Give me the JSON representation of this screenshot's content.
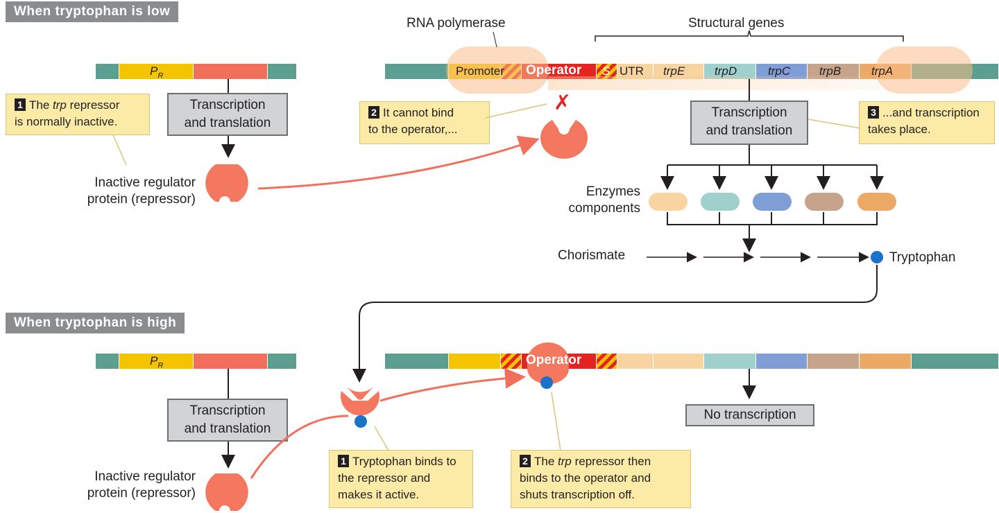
{
  "colors": {
    "teal": "#5c9e8f",
    "promoter_yellow": "#f5c400",
    "regulator_gene": "#f26f5c",
    "operator_red": "#e52421",
    "utr_tan": "#f8d4a0",
    "trpE": "#f8d4a0",
    "trpD": "#9fd0cc",
    "trpC": "#7f9ed6",
    "trpB": "#c6a48c",
    "trpA": "#eca965",
    "repressor": "#f4775f",
    "tryptophan": "#1a73c8",
    "callout_bg": "#fbeba6",
    "box_gray": "#d1d3d4",
    "banner_gray": "#8a8c8e",
    "stop_x": "#e52421"
  },
  "low": {
    "banner": "When tryptophan is low",
    "regulator_gene_label": "P",
    "regulator_gene_sub": "R",
    "transcription_box": [
      "Transcription",
      "and translation"
    ],
    "inactive_label": [
      "Inactive regulator",
      "protein (repressor)"
    ],
    "callout1": {
      "number": "1",
      "lines": [
        "The trp repressor",
        "is normally inactive."
      ]
    },
    "rna_polymerase_label": "RNA polymerase",
    "structural_genes_label": "Structural genes",
    "promoter_label": "Promoter",
    "operator_label": "Operator",
    "s_label": "S",
    "utr_label": "UTR",
    "genes": [
      "trpE",
      "trpD",
      "trpC",
      "trpB",
      "trpA"
    ],
    "callout2": {
      "number": "2",
      "lines": [
        "It cannot bind",
        "to the operator,..."
      ]
    },
    "stop_mark": "✗",
    "operon_transcription_box": [
      "Transcription",
      "and translation"
    ],
    "callout3": {
      "number": "3",
      "lines": [
        "...and transcription",
        "takes place."
      ]
    },
    "enzymes_label": [
      "Enzymes",
      "components"
    ],
    "chorismate_label": "Chorismate",
    "tryptophan_label": "Tryptophan"
  },
  "high": {
    "banner": "When tryptophan is high",
    "regulator_gene_label": "P",
    "regulator_gene_sub": "R",
    "transcription_box": [
      "Transcription",
      "and translation"
    ],
    "inactive_label": [
      "Inactive regulator",
      "protein (repressor)"
    ],
    "operator_label": "Operator",
    "no_transcription_box": "No transcription",
    "callout1": {
      "number": "1",
      "lines": [
        "Tryptophan binds to",
        "the repressor and",
        "makes it active."
      ]
    },
    "callout2": {
      "number": "2",
      "lines": [
        "The trp repressor then",
        "binds to the operator and",
        "shuts transcription off."
      ]
    }
  }
}
